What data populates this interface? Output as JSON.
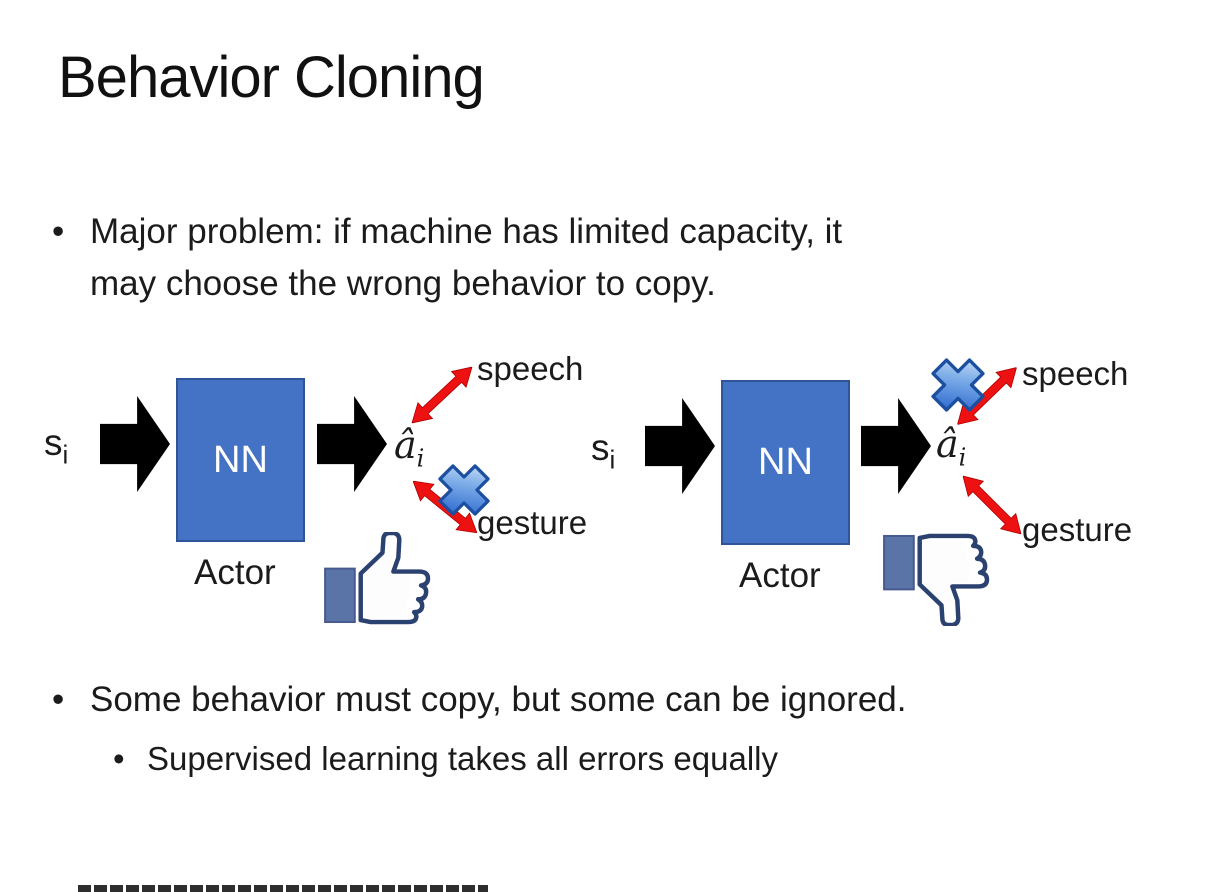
{
  "slide": {
    "title": "Behavior Cloning",
    "bullet1": {
      "marker": "•",
      "line1": "Major problem: if machine has limited capacity, it",
      "line2": "may choose the wrong behavior to copy."
    },
    "bullet2": {
      "marker": "•",
      "text": "Some behavior must copy, but some can be ignored."
    },
    "bullet3": {
      "marker": "•",
      "text": "Supervised learning takes all errors equally"
    }
  },
  "diagram_left": {
    "input_label": "s",
    "input_sub": "i",
    "nn_label": "NN",
    "actor_label": "Actor",
    "output_label": "â",
    "output_sub": "i",
    "speech_label": "speech",
    "gesture_label": "gesture",
    "crossed_out": "gesture",
    "feedback_icon": "thumbs-up"
  },
  "diagram_right": {
    "input_label": "s",
    "input_sub": "i",
    "nn_label": "NN",
    "actor_label": "Actor",
    "output_label": "â",
    "output_sub": "i",
    "speech_label": "speech",
    "gesture_label": "gesture",
    "crossed_out": "speech",
    "feedback_icon": "thumbs-down"
  },
  "colors": {
    "nn_fill": "#4472C4",
    "nn_border": "#2F5597",
    "block_arrow": "#000000",
    "red_arrow": "#ED1111",
    "cross_blue": "#3F7BD6",
    "icon_outline_navy": "#2B4170",
    "icon_cuff_blue": "#5B74A8",
    "text": "#1b1b1b"
  }
}
